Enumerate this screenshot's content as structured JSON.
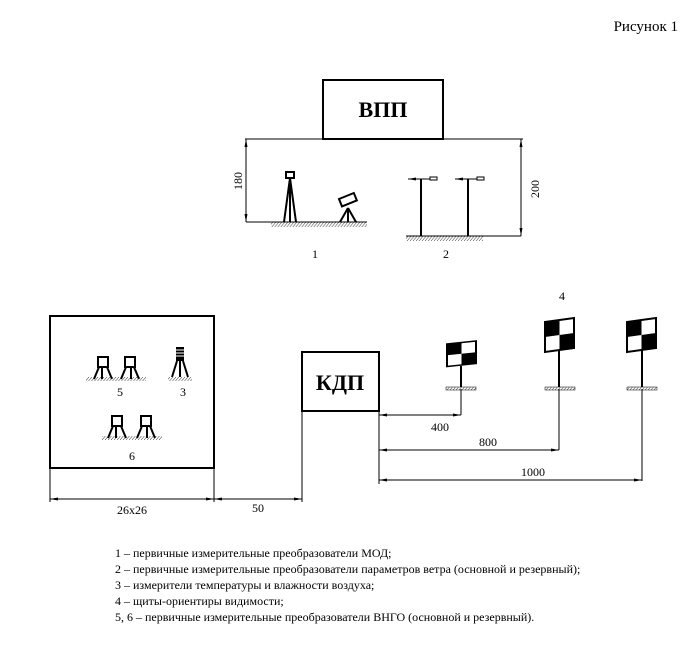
{
  "figure_label": "Рисунок 1",
  "blocks": {
    "runway": "ВПП",
    "control_point": "КДП"
  },
  "dimensions": {
    "d180": "180",
    "d200": "200",
    "site": "26x26",
    "d50": "50",
    "d400": "400",
    "d800": "800",
    "d1000": "1000"
  },
  "item_labels": {
    "n1": "1",
    "n2": "2",
    "n3": "3",
    "n4": "4",
    "n5": "5",
    "n6": "6"
  },
  "legend": [
    "1 – первичные измерительные преобразователи МОД;",
    "2 – первичные измерительные преобразователи параметров ветра (основной и резервный);",
    "3 – измерители температуры и влажности воздуха;",
    "4 – щиты-ориентиры видимости;",
    "5, 6 – первичные измерительные преобразователи ВНГО (основной и резервный)."
  ]
}
